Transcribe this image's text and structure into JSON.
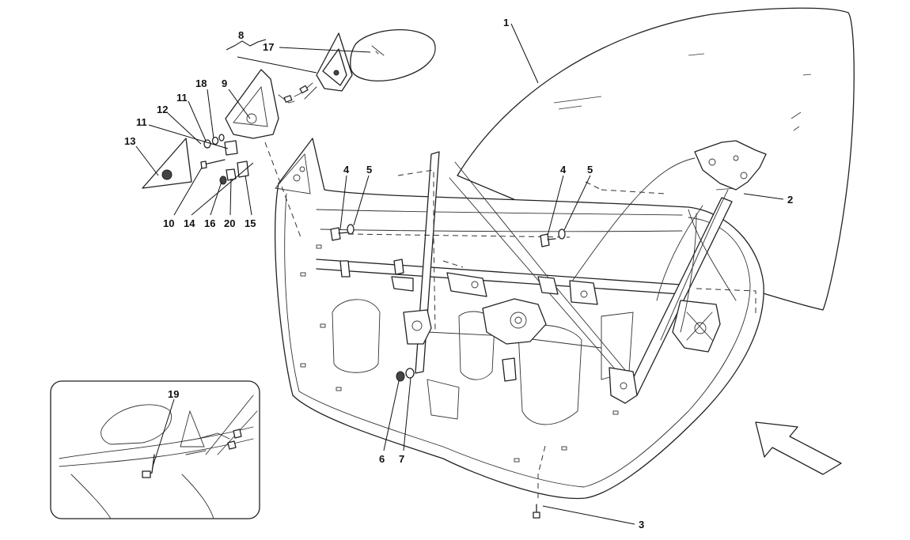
{
  "callouts": {
    "c1": "1",
    "c2": "2",
    "c3": "3",
    "c4a": "4",
    "c4b": "4",
    "c5a": "5",
    "c5b": "5",
    "c6": "6",
    "c7": "7",
    "c8": "8",
    "c9": "9",
    "c10": "10",
    "c11a": "11",
    "c11b": "11",
    "c12": "12",
    "c13": "13",
    "c14": "14",
    "c15": "15",
    "c16": "16",
    "c17": "17",
    "c18": "18",
    "c19": "19",
    "c20": "20"
  }
}
